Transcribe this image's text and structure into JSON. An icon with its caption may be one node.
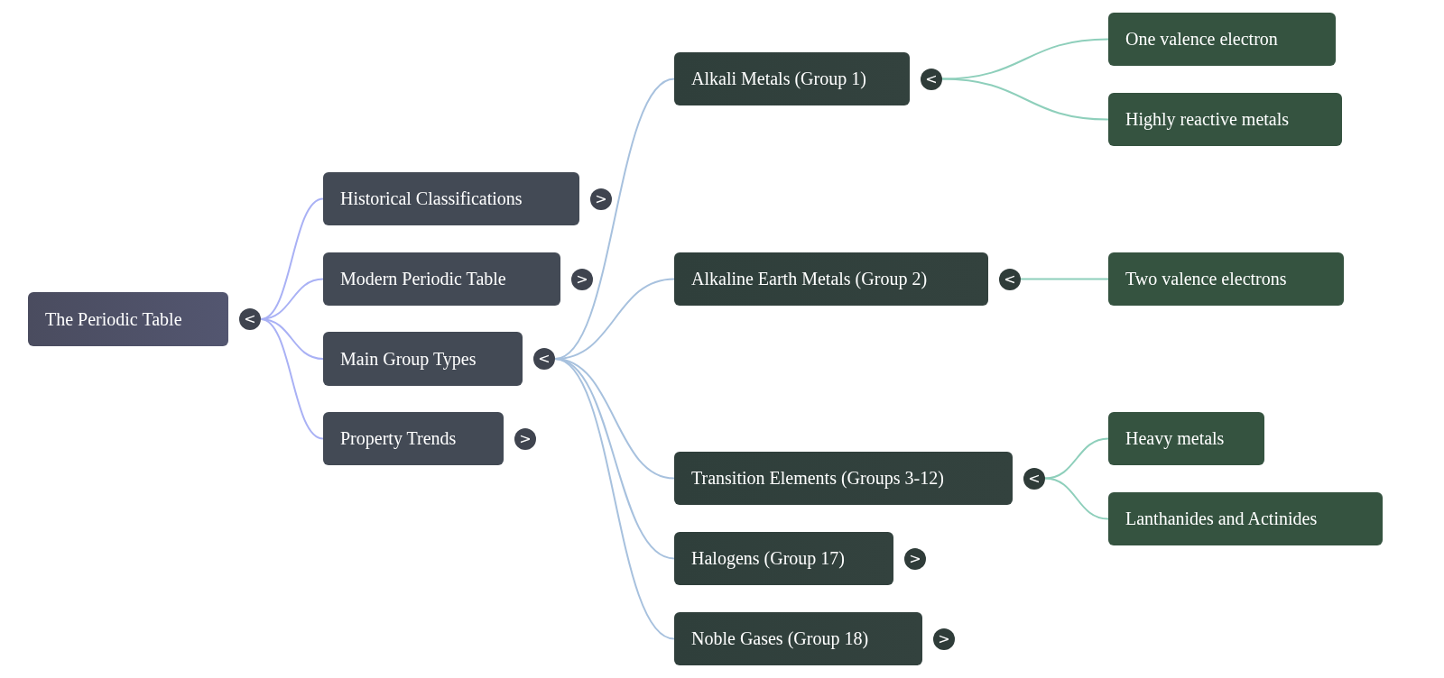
{
  "diagram": {
    "nodes": [
      {
        "text": [
          "The Periodic Table"
        ],
        "beside": [
          "<"
        ]
      },
      {
        "text": [
          "Historical Classifications"
        ],
        "beside": [
          ">"
        ]
      },
      {
        "text": [
          "Modern Periodic Table"
        ],
        "beside": [
          ">"
        ]
      },
      {
        "text": [
          "Main Group Types"
        ],
        "beside": [
          "<"
        ]
      },
      {
        "text": [
          "Property Trends"
        ],
        "beside": [
          ">"
        ]
      },
      {
        "text": [
          "Alkali Metals (Group 1)"
        ],
        "beside": [
          "<"
        ]
      },
      {
        "text": [
          "Alkaline Earth Metals (Group 2)"
        ],
        "beside": [
          "<"
        ]
      },
      {
        "text": [
          "Transition Elements (Groups 3-12)"
        ],
        "beside": [
          "<"
        ]
      },
      {
        "text": [
          "Halogens (Group 17)"
        ],
        "beside": [
          ">"
        ]
      },
      {
        "text": [
          "Noble Gases (Group 18)"
        ],
        "beside": [
          ">"
        ]
      },
      {
        "text": [
          "One valence electron"
        ]
      },
      {
        "text": [
          "Highly reactive metals"
        ]
      },
      {
        "text": [
          "Two valence electrons"
        ]
      },
      {
        "text": [
          "Heavy metals"
        ]
      },
      {
        "text": [
          "Lanthanides and Actinides"
        ]
      }
    ],
    "edges": [
      {
        "from": 0,
        "to": 1,
        "arrow": "none",
        "color": "#a9b1f5"
      },
      {
        "from": 0,
        "to": 2,
        "arrow": "none",
        "color": "#a9b1f5"
      },
      {
        "from": 0,
        "to": 3,
        "arrow": "none",
        "color": "#a9b1f5"
      },
      {
        "from": 0,
        "to": 4,
        "arrow": "none",
        "color": "#a9b1f5"
      },
      {
        "from": 3,
        "to": 5,
        "arrow": "none",
        "color": "#a7c1de"
      },
      {
        "from": 3,
        "to": 6,
        "arrow": "none",
        "color": "#a7c1de"
      },
      {
        "from": 3,
        "to": 7,
        "arrow": "none",
        "color": "#a7c1de"
      },
      {
        "from": 3,
        "to": 8,
        "arrow": "none",
        "color": "#a7c1de"
      },
      {
        "from": 3,
        "to": 9,
        "arrow": "none",
        "color": "#a7c1de"
      },
      {
        "from": 5,
        "to": 10,
        "arrow": "none",
        "color": "#8ecfbb"
      },
      {
        "from": 5,
        "to": 11,
        "arrow": "none",
        "color": "#8ecfbb"
      },
      {
        "from": 6,
        "to": 12,
        "arrow": "none",
        "color": "#8ecfbb"
      },
      {
        "from": 7,
        "to": 13,
        "arrow": "none",
        "color": "#8ecfbb"
      },
      {
        "from": 7,
        "to": 14,
        "arrow": "none",
        "color": "#8ecfbb"
      }
    ]
  }
}
